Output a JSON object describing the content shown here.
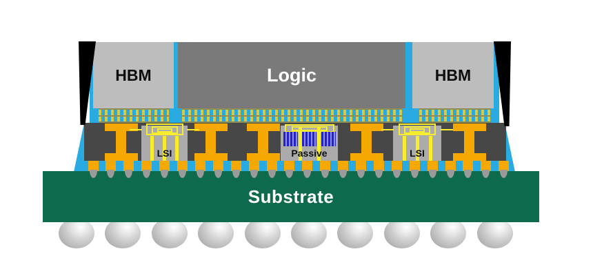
{
  "package": {
    "chips": [
      {
        "id": "hbm-left",
        "label": "HBM"
      },
      {
        "id": "logic",
        "label": "Logic"
      },
      {
        "id": "hbm-right",
        "label": "HBM"
      }
    ],
    "bridge_dies": [
      {
        "id": "lsi-left",
        "label": "LSI"
      },
      {
        "id": "passive",
        "label": "Passive"
      },
      {
        "id": "lsi-right",
        "label": "LSI"
      }
    ],
    "substrate_label": "Substrate",
    "counts": {
      "solder_balls": 10,
      "c4_bumps": 24,
      "through_vias": 5
    },
    "colors": {
      "underfill_blue": "#29ABE2",
      "mold_dark": "#474747",
      "logic_gray": "#7A7A7A",
      "hbm_gray": "#BDBDBD",
      "bridge_die_gray": "#ABABAB",
      "copper_orange": "#F5A800",
      "trace_yellow": "#F7EC2E",
      "microbump_yellow": "#D9C93C",
      "substrate_green": "#0E6A4D",
      "capacitor_blue": "#2424C4"
    }
  }
}
